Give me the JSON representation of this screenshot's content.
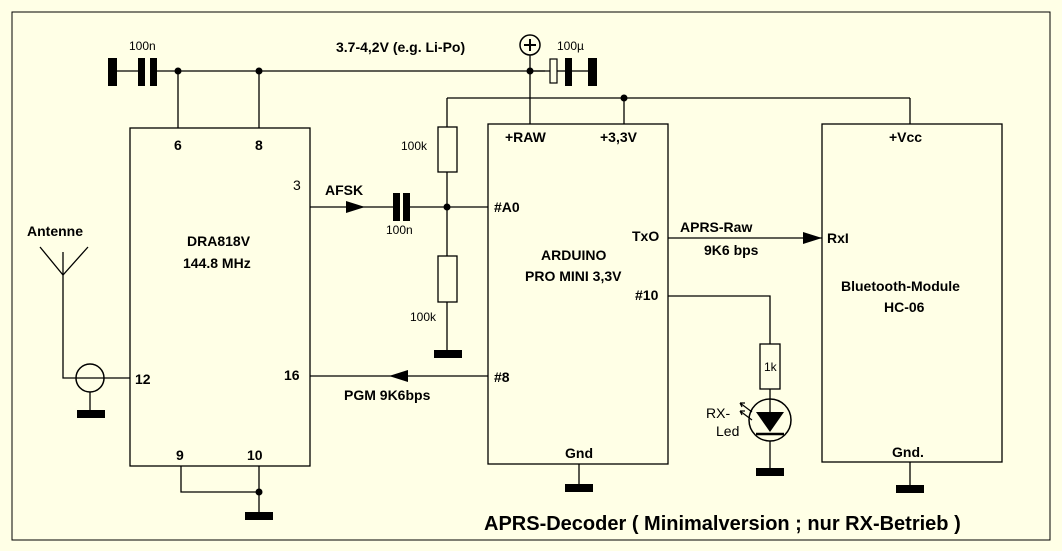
{
  "title": "APRS-Decoder ( Minimalversion ; nur RX-Betrieb )",
  "supply": "3.7-4,2V  (e.g.  Li-Po)",
  "components": {
    "cap_supply": "100n",
    "cap_elko": "100µ",
    "cap_afsk": "100n",
    "res_top": "100k",
    "res_bottom": "100k",
    "res_led": "1k",
    "antenna": "Antenne",
    "led_line1": "RX-",
    "led_line2": "Led"
  },
  "dra818": {
    "name": "DRA818V",
    "freq": "144.8 MHz",
    "pin6": "6",
    "pin8": "8",
    "pin3": "3",
    "pin12": "12",
    "pin16": "16",
    "pin9": "9",
    "pin10": "10"
  },
  "arduino": {
    "name": "ARDUINO",
    "model": "PRO MINI  3,3V",
    "raw": "+RAW",
    "v33": "+3,3V",
    "a0": "#A0",
    "txo": "TxO",
    "p10": "#10",
    "p8": "#8",
    "gnd": "Gnd"
  },
  "bluetooth": {
    "name": "Bluetooth-Module",
    "model": "HC-06",
    "vcc": "+Vcc",
    "rxi": "RxI",
    "gnd": "Gnd."
  },
  "signals": {
    "afsk": "AFSK",
    "aprs": "APRS-Raw",
    "aprs_baud": "9K6 bps",
    "pgm": "PGM  9K6bps"
  }
}
